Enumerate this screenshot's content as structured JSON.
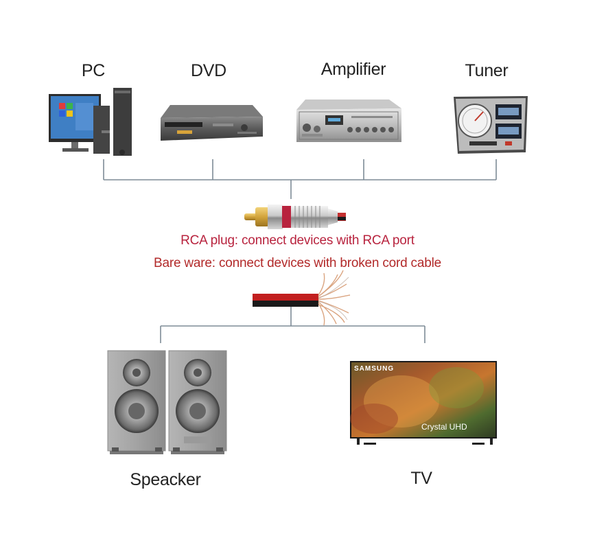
{
  "devices_top": {
    "pc": "PC",
    "dvd": "DVD",
    "amplifier": "Amplifier",
    "tuner": "Tuner"
  },
  "devices_bottom": {
    "speaker": "Speacker",
    "tv": "TV"
  },
  "captions": {
    "rca": "RCA plug: connect devices with RCA port",
    "bare": "Bare ware: connect devices with broken cord cable"
  },
  "tv_screen": {
    "brand": "SAMSUNG",
    "model": "Crystal UHD"
  },
  "colors": {
    "caption_rca": "#b8233e",
    "caption_bare": "#b22a2a",
    "connector_line": "#7d8b96"
  },
  "icons": [
    "computer-icon",
    "dvd-player-icon",
    "amplifier-icon",
    "tuner-icon",
    "rca-plug-icon",
    "bare-wire-icon",
    "speaker-icon",
    "tv-icon"
  ]
}
